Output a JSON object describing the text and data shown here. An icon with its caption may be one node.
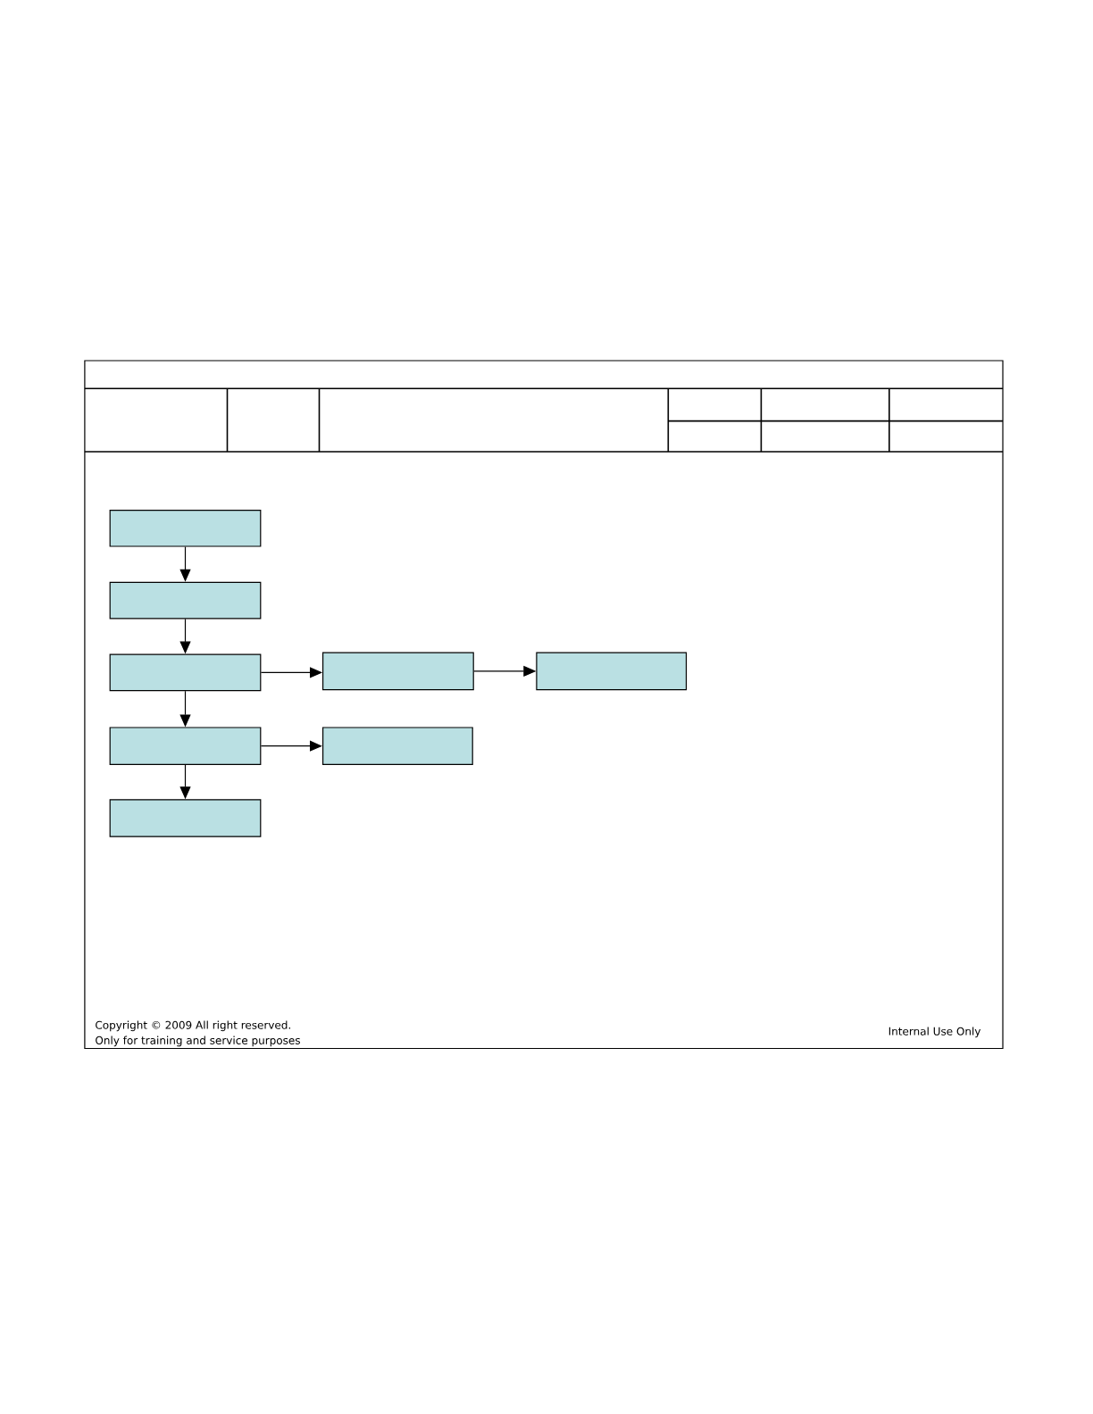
{
  "diagram": {
    "nodes": [
      {
        "text": [],
        "shape": "box"
      },
      {
        "text": [],
        "shape": "box"
      },
      {
        "text": [],
        "shape": "box"
      },
      {
        "text": [],
        "shape": "box"
      },
      {
        "text": [],
        "shape": "box"
      },
      {
        "text": [],
        "shape": "box"
      },
      {
        "text": [],
        "shape": "box"
      },
      {
        "text": [],
        "shape": "box"
      }
    ],
    "edges": [
      {
        "from": 0,
        "to": 1,
        "arrow": "to"
      },
      {
        "from": 1,
        "to": 2,
        "arrow": "to"
      },
      {
        "from": 2,
        "to": 3,
        "arrow": "to"
      },
      {
        "from": 3,
        "to": 4,
        "arrow": "to"
      },
      {
        "from": 2,
        "to": 5,
        "arrow": "to"
      },
      {
        "from": 5,
        "to": 6,
        "arrow": "to"
      },
      {
        "from": 3,
        "to": 7,
        "arrow": "to"
      }
    ],
    "labels": [
      "Copyright © 2009 All right reserved.",
      "Only for training and service purposes",
      "Internal Use Only"
    ]
  }
}
